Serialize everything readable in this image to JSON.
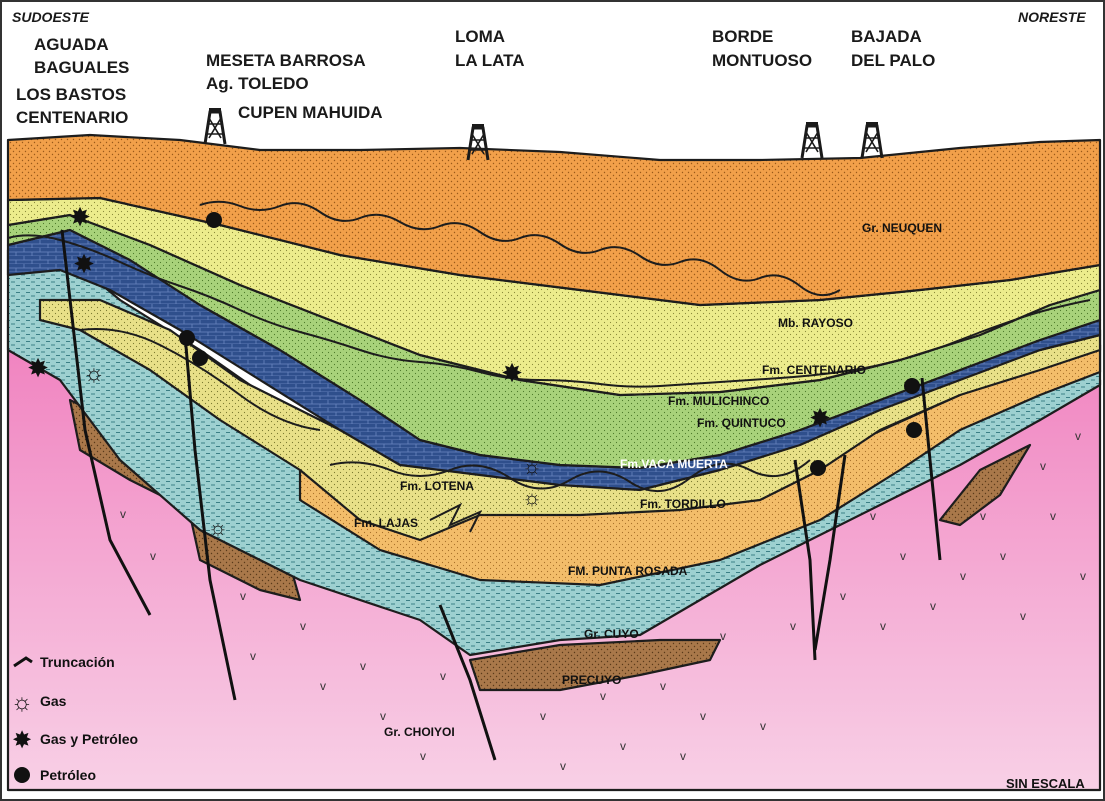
{
  "directions": {
    "left": "SUDOESTE",
    "right": "NORESTE"
  },
  "fields": {
    "aguada": "AGUADA",
    "baguales": "BAGUALES",
    "los_bastos": "LOS BASTOS",
    "centenario": "CENTENARIO",
    "meseta_barrosa": "MESETA BARROSA",
    "ag_toledo": "Ag. TOLEDO",
    "cupen_mahuida": "CUPEN MAHUIDA",
    "loma": "LOMA",
    "la_lata": "LA LATA",
    "borde": "BORDE",
    "montuoso": "MONTUOSO",
    "bajada": "BAJADA",
    "del_palo": "DEL PALO"
  },
  "units": {
    "neuquen": "Gr. NEUQUEN",
    "rayoso": "Mb. RAYOSO",
    "centenario": "Fm. CENTENARIO",
    "mulichinco": "Fm. MULICHINCO",
    "quintuco": "Fm. QUINTUCO",
    "vaca_muerta": "Fm.VACA MUERTA",
    "lotena": "Fm. LOTENA",
    "tordillo": "Fm. TORDILLO",
    "lajas": "Fm. LAJAS",
    "punta_rosada": "FM. PUNTA ROSADA",
    "cuyo": "Gr. CUYO",
    "precuyo": "PRECUYO",
    "choiyoi": "Gr. CHOIYOI"
  },
  "legend": {
    "truncacion": "Truncación",
    "gas": "Gas",
    "gas_petroleo": "Gas y Petróleo",
    "petroleo": "Petróleo"
  },
  "scale_note": "SIN ESCALA",
  "colors": {
    "neuquen": "#f2a04a",
    "rayoso": "#ecec8c",
    "mulichinco": "#a8d27a",
    "vaca_muerta": "#2f4f8c",
    "lajas_tordillo": "#e8e088",
    "punta_rosada": "#f3bd6a",
    "cuyo": "#9dd0d0",
    "precuyo": "#a9784a",
    "basement": "#f07fbe",
    "basement_light": "#f8c6e2"
  }
}
